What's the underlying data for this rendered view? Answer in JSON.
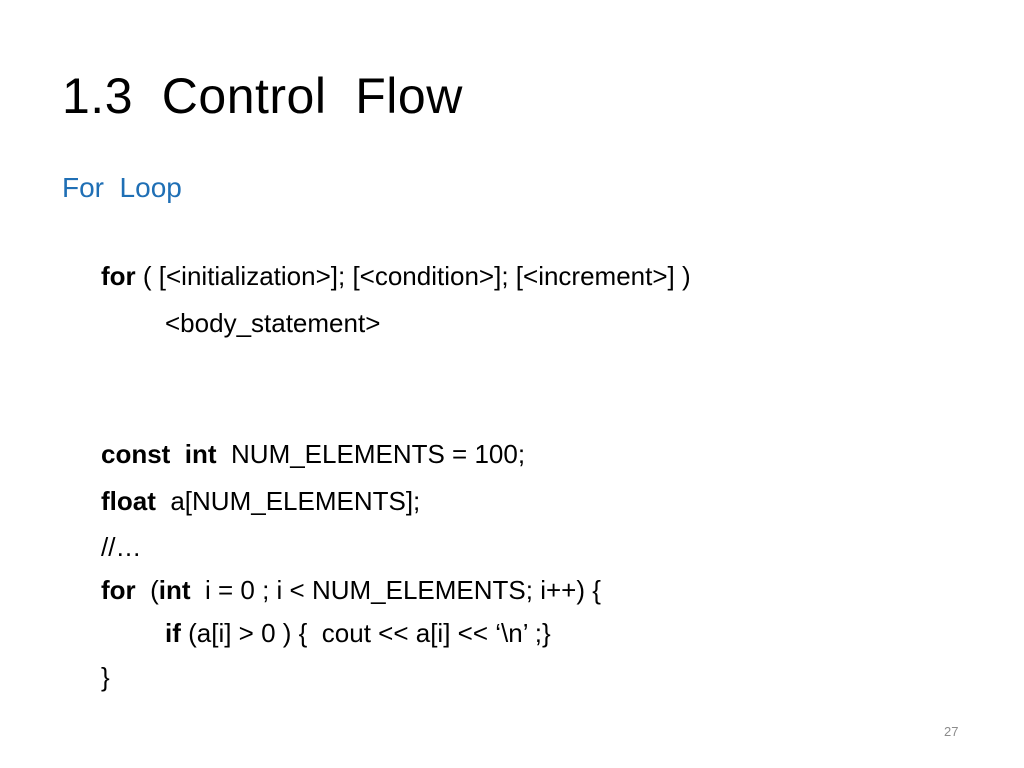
{
  "slide": {
    "title": "1.3  Control  Flow",
    "subtitle": "For  Loop",
    "subtitle_color": "#1F6FB5",
    "page_number": "27",
    "code": {
      "syntax_line1": {
        "kw": "for",
        "rest": " ( [<initialization>]; [<condition>]; [<increment>] )"
      },
      "syntax_line2": "<body_statement>",
      "example_line1": {
        "kw1": "const",
        "kw2": "int",
        "rest": "  NUM_ELEMENTS = 100;"
      },
      "example_line2": {
        "kw": "float",
        "rest": "  a[NUM_ELEMENTS];"
      },
      "example_line3": "//…",
      "example_line4": {
        "kw1": "for",
        "mid": "  (",
        "kw2": "int",
        "rest": "  i = 0 ; i < NUM_ELEMENTS; i++) {"
      },
      "example_line5": {
        "kw": "if",
        "rest": " (a[i] > 0 ) {  cout << a[i] << ‘\\n’ ;}"
      },
      "example_line6": "}"
    }
  }
}
